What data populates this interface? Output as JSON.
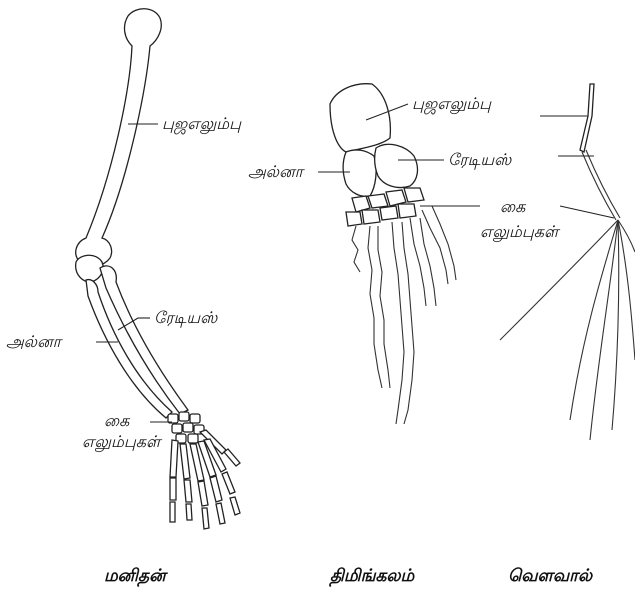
{
  "human": {
    "humerus": "புஜஎலும்பு",
    "radius": "ரேடியஸ்",
    "ulna": "அல்னா",
    "hand_1": "கை",
    "hand_2": "எலும்புகள்",
    "caption": "மனிதன்"
  },
  "whale": {
    "humerus": "புஜஎலும்பு",
    "ulna": "அல்னா",
    "radius": "ரேடியஸ்",
    "hand_1": "கை",
    "hand_2": "எலும்புகள்",
    "caption": "திமிங்கலம்"
  },
  "bat": {
    "caption": "வெளவால்"
  }
}
